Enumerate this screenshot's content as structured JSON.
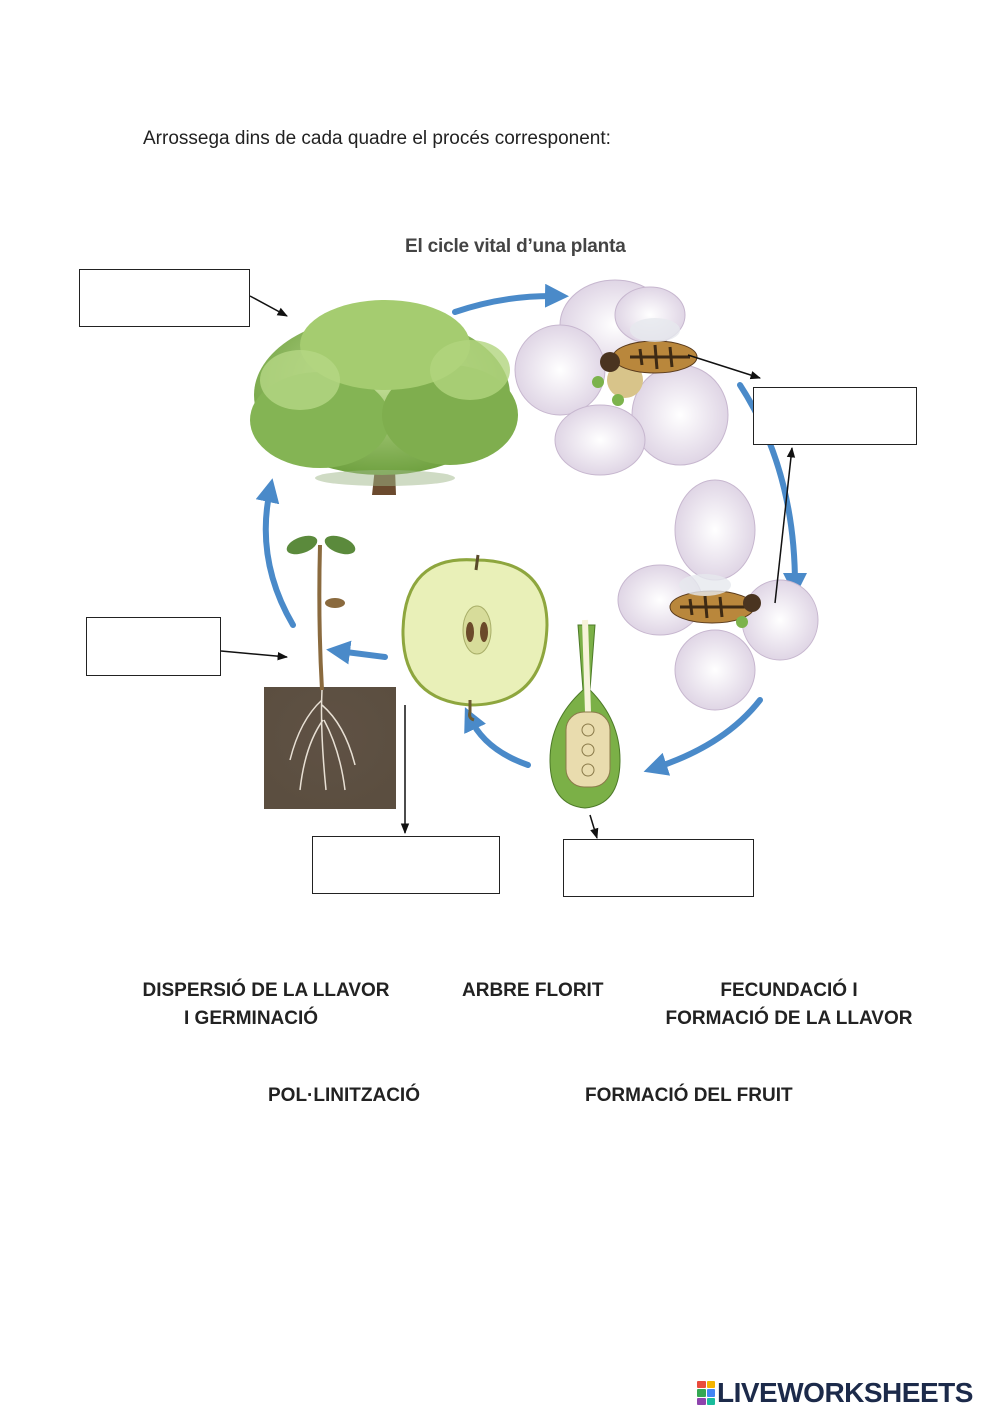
{
  "instruction": "Arrossega dins de cada quadre el procés corresponent:",
  "diagram": {
    "title": "El cicle vital d’una planta",
    "stages": [
      "tree-in-bloom",
      "bee-on-flower",
      "bee-visiting-flower",
      "fruit-ovary-section",
      "apple-half",
      "seedling-with-roots"
    ]
  },
  "answer_boxes": [
    {
      "id": "box-tree"
    },
    {
      "id": "box-pollination"
    },
    {
      "id": "box-seedling"
    },
    {
      "id": "box-apple"
    },
    {
      "id": "box-ovary"
    }
  ],
  "labels": {
    "dispersal_line1": "DISPERSIÓ DE LA LLAVOR",
    "dispersal_line2": "I GERMINACIÓ",
    "tree": "ARBRE FLORIT",
    "fecundation_line1": "FECUNDACIÓ I",
    "fecundation_line2": "FORMACIÓ DE LA LLAVOR",
    "pollination": "POL·LINITZACIÓ",
    "fruit": "FORMACIÓ DEL FRUIT"
  },
  "footer": {
    "brand": "LIVEWORKSHEETS"
  },
  "colors": {
    "cycle_arrow": "#4a8ac9",
    "leaf": "#8fbf5a",
    "petal": "#e8dfec",
    "soil": "#5a4a40",
    "apple": "#e9f0b8",
    "brand": "#1c2a4a"
  }
}
